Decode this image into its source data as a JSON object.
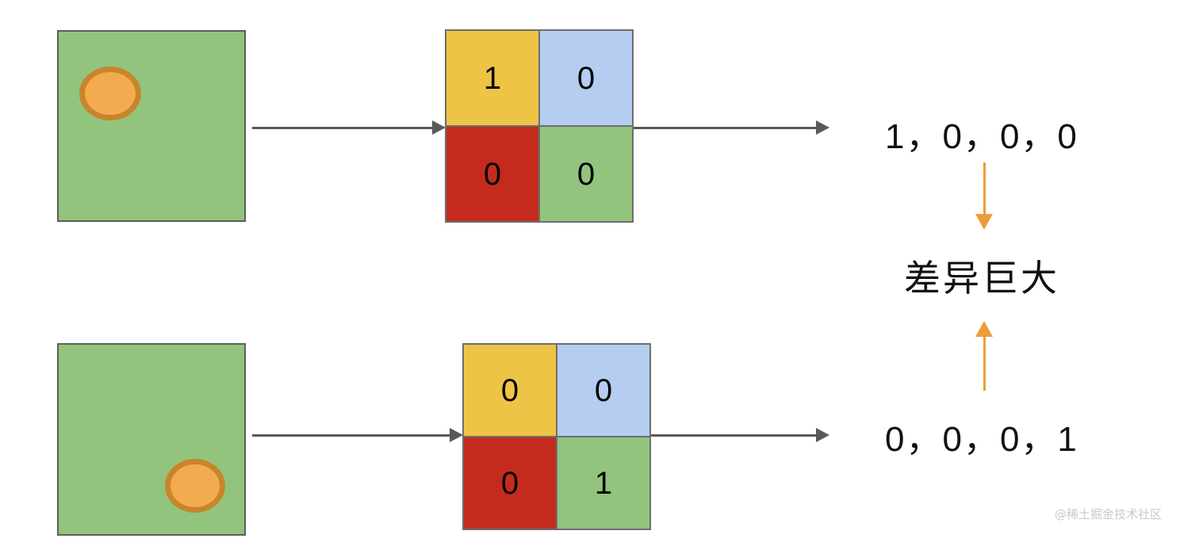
{
  "figure": {
    "title_text": "",
    "colors": {
      "image_fill": "#92c47d",
      "image_border": "#56625c",
      "blob_fill": "#f2ab4e",
      "blob_border": "#c8852c",
      "cell_yellow": "#edc445",
      "cell_blue": "#b4cdf0",
      "cell_red": "#c42b1c",
      "cell_green": "#92c47d",
      "arrow_gray": "#595959",
      "arrow_orange": "#ed9c3c",
      "text": "#111111",
      "watermark": "#c9c9c9"
    }
  },
  "rows": [
    {
      "id": "top",
      "image_label": "green-square-with-orange-circle-top-left",
      "blob_position": "top-left",
      "grid": {
        "cells": [
          {
            "value": "1",
            "color_name": "yellow"
          },
          {
            "value": "0",
            "color_name": "blue"
          },
          {
            "value": "0",
            "color_name": "red"
          },
          {
            "value": "0",
            "color_name": "green"
          }
        ]
      },
      "vector_text": "1，0，0，0"
    },
    {
      "id": "bottom",
      "image_label": "green-square-with-orange-circle-bottom-right",
      "blob_position": "bottom-right",
      "grid": {
        "cells": [
          {
            "value": "0",
            "color_name": "yellow"
          },
          {
            "value": "0",
            "color_name": "blue"
          },
          {
            "value": "0",
            "color_name": "red"
          },
          {
            "value": "1",
            "color_name": "green"
          }
        ]
      },
      "vector_text": "0，0，0，1"
    }
  ],
  "comparison": {
    "label": "差异巨大",
    "arrow_down_name": "orange-down-arrow",
    "arrow_up_name": "orange-up-arrow"
  },
  "watermark": {
    "text": "@稀土掘金技术社区"
  }
}
